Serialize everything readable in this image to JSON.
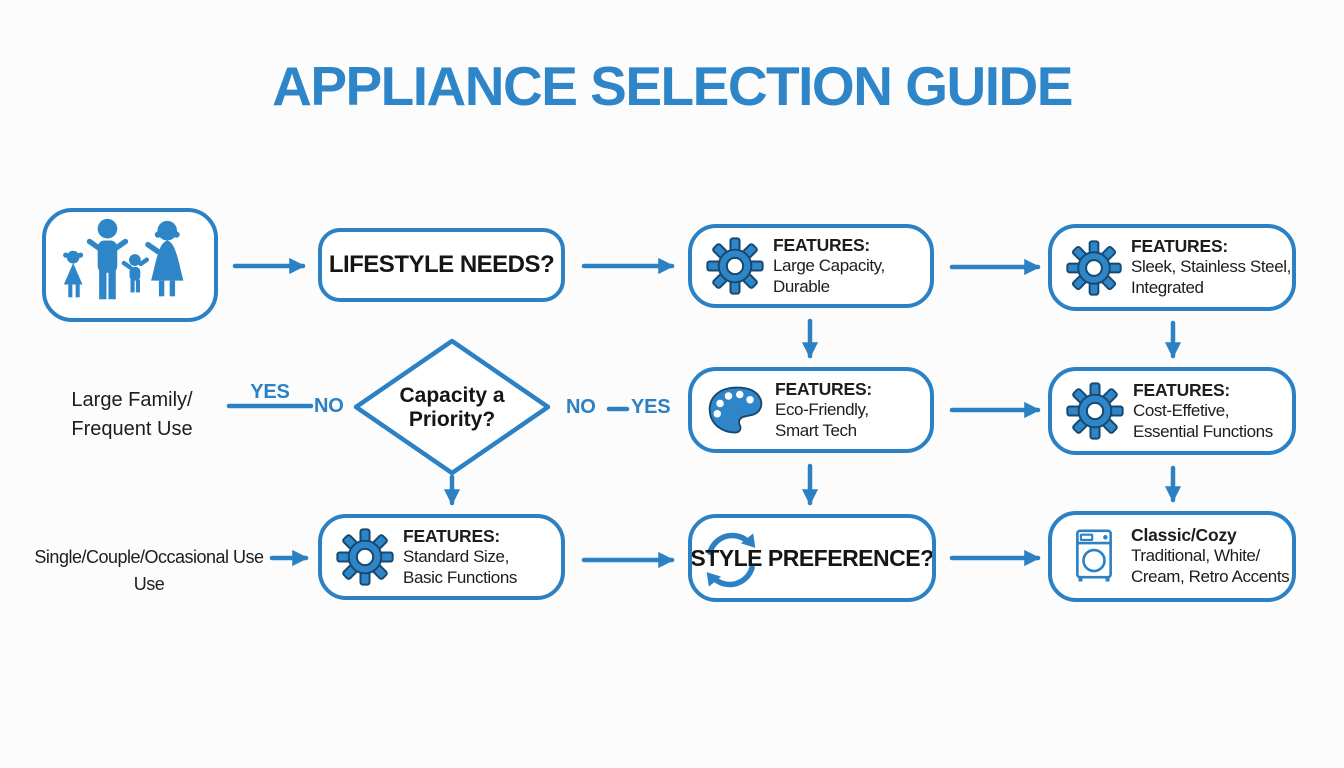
{
  "title": "APPLIANCE SELECTION GUIDE",
  "colors": {
    "accent_blue": "#2b81c4",
    "title_blue": "#2e86c8",
    "icon_outline": "#17486f",
    "text_black": "#1d1d1b",
    "background": "#fcfcfc"
  },
  "flow": {
    "family_box": {
      "icon": "family-icon"
    },
    "lifestyle_box": {
      "label": "LIFESTYLE NEEDS?"
    },
    "features_large": {
      "icon": "gear-icon",
      "heading": "FEATURES:",
      "line1": "Large Capacity,",
      "line2": "Durable"
    },
    "features_sleek": {
      "icon": "gear-icon",
      "heading": "FEATURES:",
      "line1": "Sleek, Stainless Steel,",
      "line2": "Integrated"
    },
    "decision": {
      "line1": "Capacity a",
      "line2": "Priority?"
    },
    "features_eco": {
      "icon": "palette-icon",
      "heading": "FEATURES:",
      "line1": "Eco-Friendly,",
      "line2": "Smart Tech"
    },
    "features_cost": {
      "icon": "gear-icon",
      "heading": "FEATURES:",
      "line1": "Cost-Effetive,",
      "line2": "Essential Functions"
    },
    "features_standard": {
      "icon": "gear-icon",
      "heading": "FEATURES:",
      "line1": "Standard Size,",
      "line2": "Basic Functions"
    },
    "style_box": {
      "icon": "cycle-icon",
      "label": "STYLE PREFERENCE?"
    },
    "classic_box": {
      "icon": "washing-machine-icon",
      "heading": "Classic/Cozy",
      "line1": "Traditional, White/",
      "line2": "Cream, Retro Accents"
    }
  },
  "branch_labels": {
    "left_yes": "YES",
    "left_no": "NO",
    "right_no": "NO",
    "right_yes": "YES",
    "large_family_line1": "Large Family/",
    "large_family_line2": "Frequent Use",
    "single_line1": "Single/Couple/Occasional Use",
    "single_line2": "Use"
  }
}
